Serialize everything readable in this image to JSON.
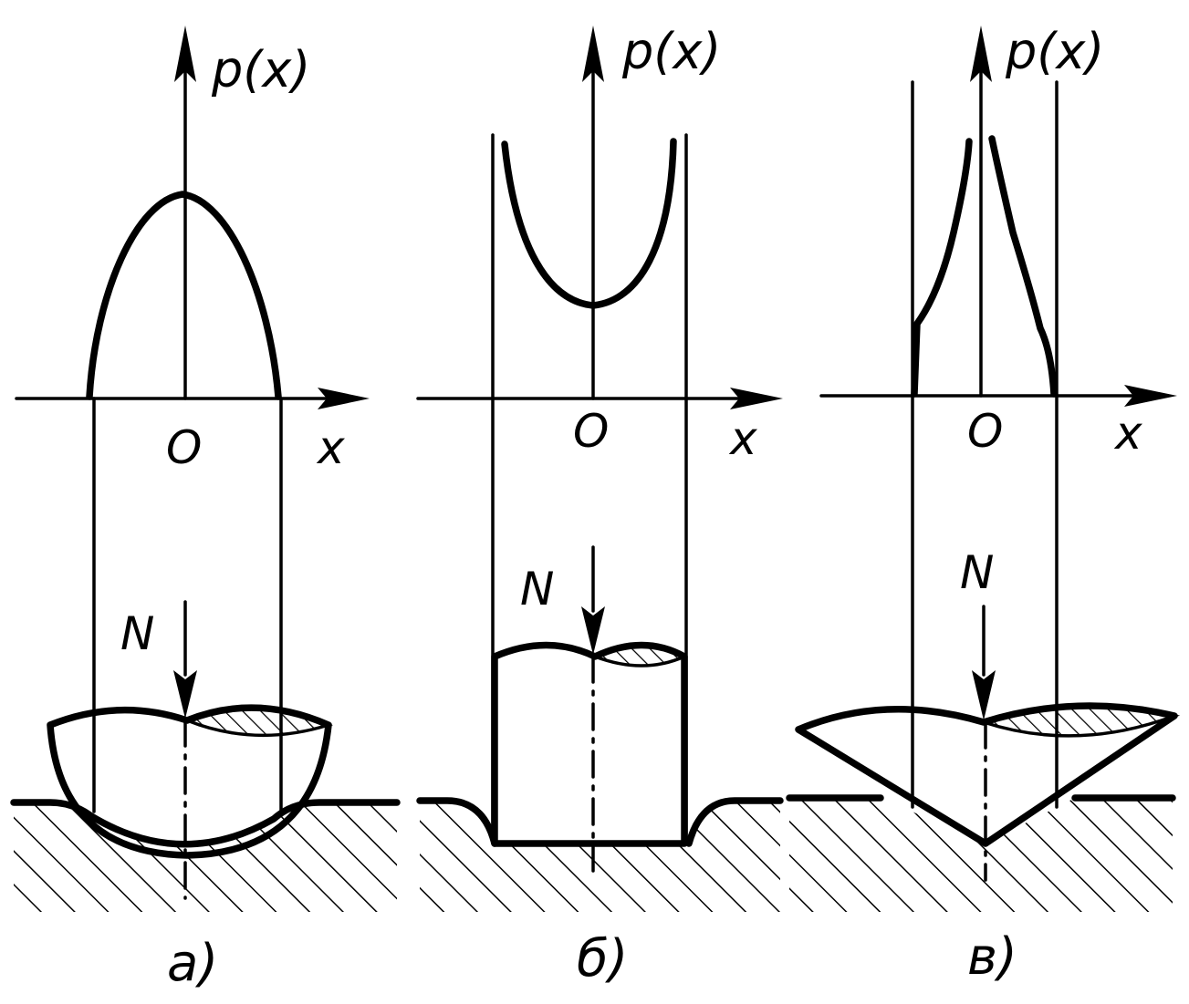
{
  "panels": [
    {
      "caption": "a)",
      "func_label": "p(x)",
      "x_label": "x",
      "origin_label": "O",
      "force_label": "N"
    },
    {
      "caption": "б)",
      "func_label": "p(x)",
      "x_label": "x",
      "origin_label": "O",
      "force_label": "N"
    },
    {
      "caption": "в)",
      "func_label": "p(x)",
      "x_label": "x",
      "origin_label": "O",
      "force_label": "N"
    }
  ],
  "colors": {
    "ink": "#000000",
    "background": "#ffffff"
  }
}
